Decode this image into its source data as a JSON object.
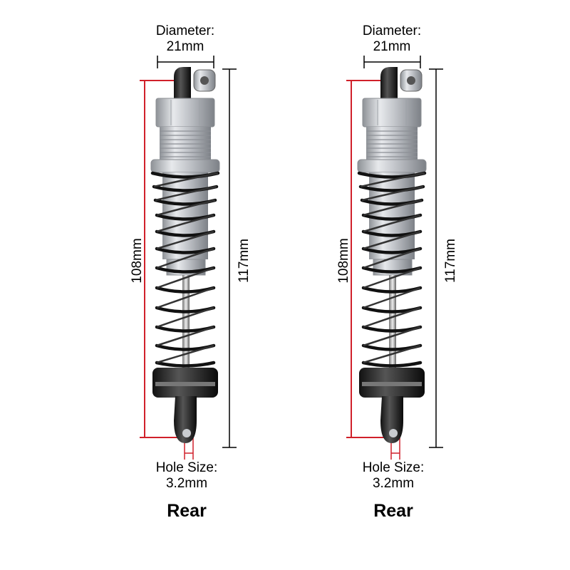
{
  "shocks": [
    {
      "diameter_label": "Diameter:",
      "diameter_value": "21mm",
      "length_inner": "108mm",
      "length_outer": "117mm",
      "hole_label": "Hole Size:",
      "hole_value": "3.2mm",
      "position": "Rear"
    },
    {
      "diameter_label": "Diameter:",
      "diameter_value": "21mm",
      "length_inner": "108mm",
      "length_outer": "117mm",
      "hole_label": "Hole Size:",
      "hole_value": "3.2mm",
      "position": "Rear"
    }
  ],
  "colors": {
    "measure_red": "#d0202a",
    "measure_black": "#000000",
    "spring": "#111111",
    "aluminum": "#c9ccd0"
  }
}
